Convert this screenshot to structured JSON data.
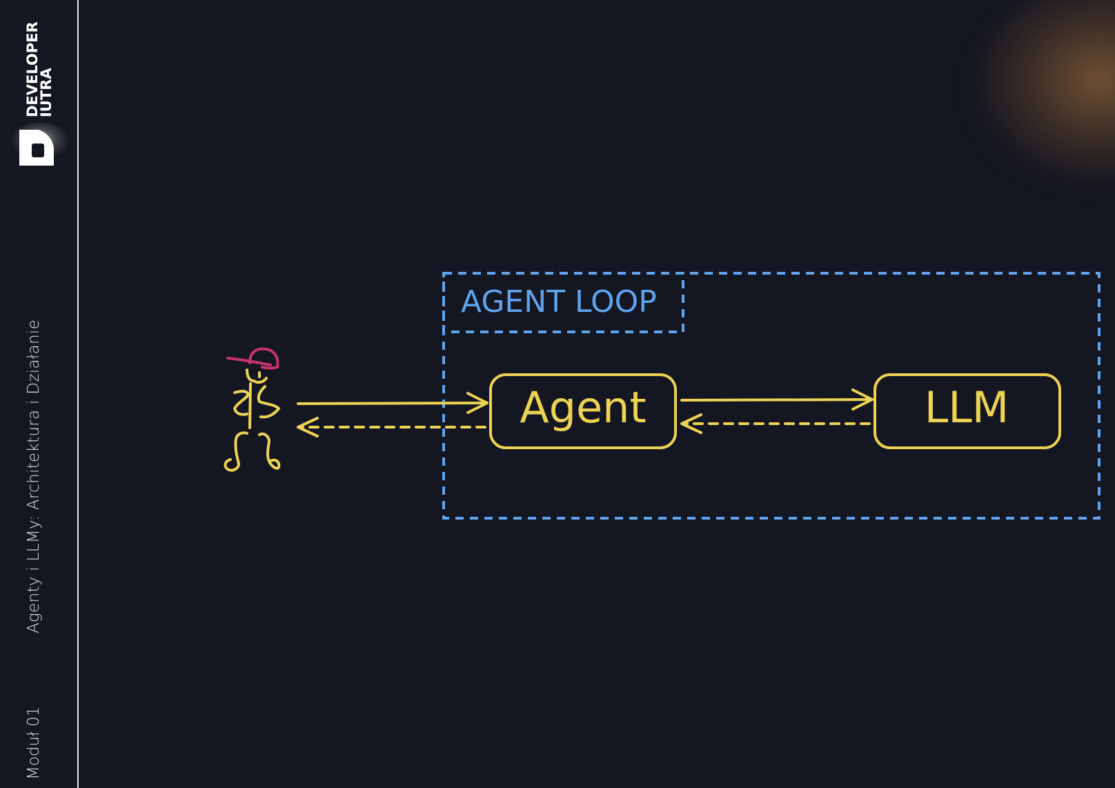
{
  "sidebar": {
    "brand_line1": "DEVELOPER",
    "brand_line2": "JUTRA",
    "course_title": "Agenty i LLMy: Architektura i Działanie",
    "module": "Moduł 01"
  },
  "diagram": {
    "loop_label": "AGENT LOOP",
    "agent_label": "Agent",
    "llm_label": "LLM"
  },
  "colors": {
    "background": "#141621",
    "loop": "#5fa4ee",
    "node": "#ecd354",
    "hat": "#c8336e"
  },
  "icons": {
    "user": "user-figure-icon",
    "logo": "developer-jutra-logo"
  }
}
